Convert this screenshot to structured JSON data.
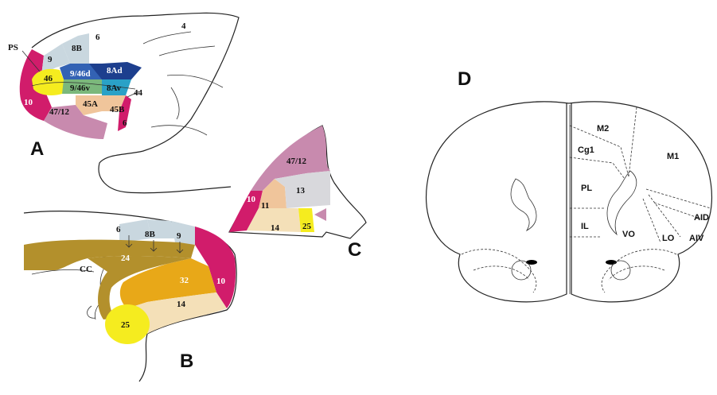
{
  "panels": {
    "a": {
      "letter": "A",
      "labels": {
        "ps": "PS",
        "a9": "9",
        "a8b": "8B",
        "a6top": "6",
        "a4": "4",
        "a46": "46",
        "a946d": "9/46d",
        "a8ad": "8Ad",
        "a946v": "9/46v",
        "a8av": "8Av",
        "a44": "44",
        "a10": "10",
        "a4712": "47/12",
        "a45a": "45A",
        "a45b": "45B",
        "a6low": "6"
      }
    },
    "b": {
      "letter": "B",
      "labels": {
        "a6": "6",
        "a8b": "8B",
        "a9": "9",
        "a24": "24",
        "cc": "CC",
        "a32": "32",
        "a10": "10",
        "a14": "14",
        "a25": "25"
      }
    },
    "c": {
      "letter": "C",
      "labels": {
        "a4712": "47/12",
        "a10": "10",
        "a11": "11",
        "a13": "13",
        "a14": "14",
        "a25": "25"
      }
    },
    "d": {
      "letter": "D",
      "labels": {
        "m2": "M2",
        "m1": "M1",
        "cg1": "Cg1",
        "pl": "PL",
        "il": "IL",
        "vo": "VO",
        "lo": "LO",
        "aid": "AID",
        "aiv": "AIV"
      }
    }
  },
  "colors": {
    "magenta": "#d11c6b",
    "yellow": "#f5ec1f",
    "mauve": "#c88aae",
    "grey_blue": "#c9d7df",
    "navy": "#1d3f8e",
    "royal": "#3362b4",
    "teal": "#2aa1c7",
    "green": "#7bb87c",
    "peach": "#f0c59b",
    "cream": "#f4e0b8",
    "olive": "#b3902c",
    "orange": "#e8a818",
    "light_grey": "#d8d8dc"
  }
}
